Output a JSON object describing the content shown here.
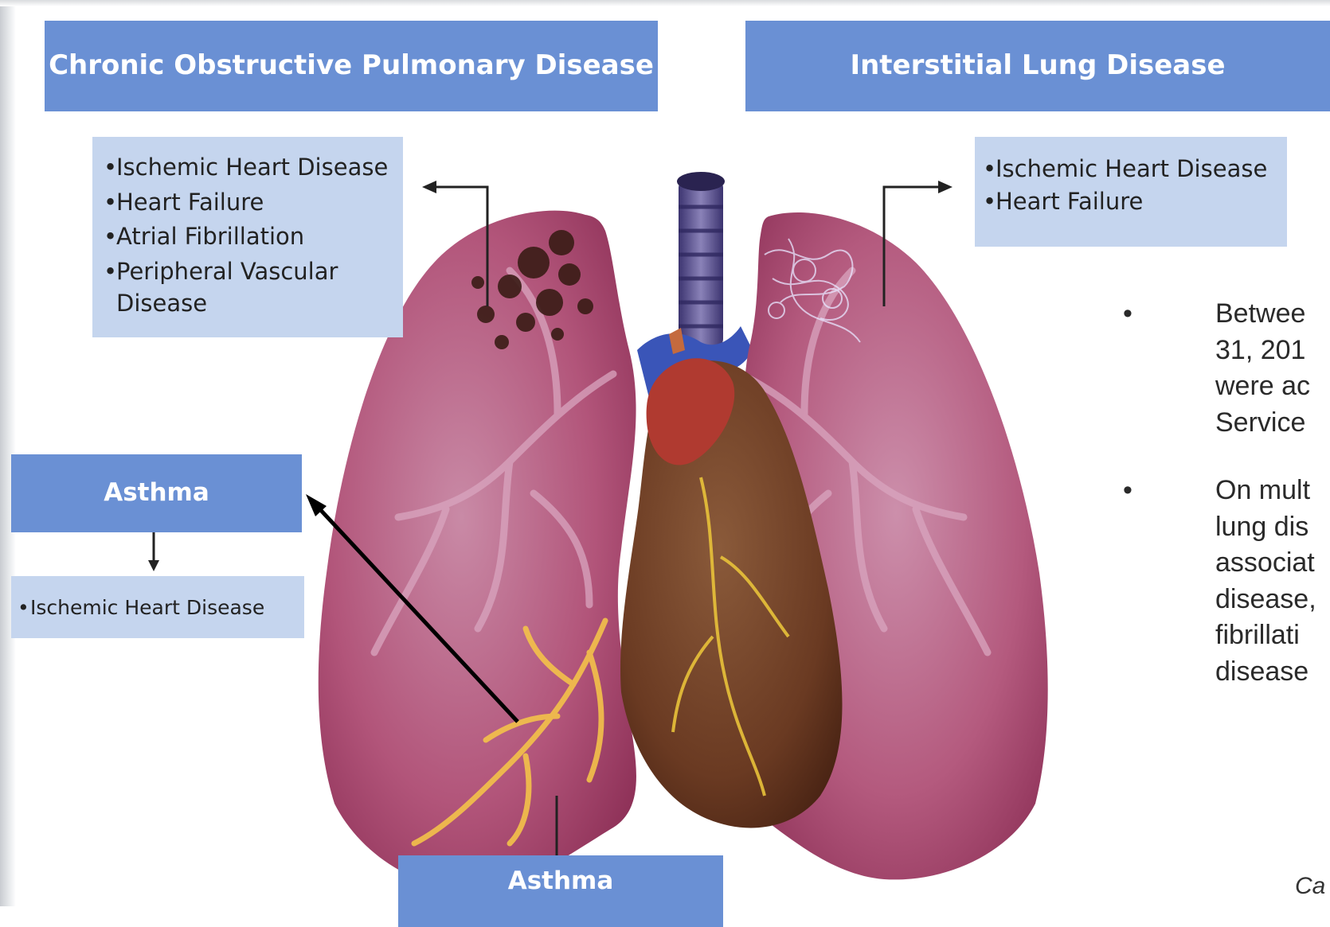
{
  "panels": {
    "copd": {
      "title": "Chronic Obstructive Pulmonary Disease",
      "items": [
        "Ischemic Heart Disease",
        "Heart Failure",
        "Atrial Fibrillation",
        "Peripheral Vascular Disease"
      ]
    },
    "ild": {
      "title": "Interstitial Lung Disease",
      "items": [
        "Ischemic Heart Disease",
        "Heart Failure"
      ]
    },
    "asthma": {
      "title": "Asthma",
      "items": [
        "Ischemic Heart Disease"
      ]
    },
    "asthma_bottom": {
      "title": "Asthma"
    }
  },
  "slide_text": {
    "bullets": [
      "Betwee\n31, 201\nwere ac\nService",
      "On mult\nlung dis\nassociat\ndisease,\nfibrillati\ndisease"
    ],
    "caption_fragment": "Ca"
  },
  "colors": {
    "header_blue": "#6a90d4",
    "list_blue": "#c5d5ee",
    "lung_pink": "#b2557a",
    "heart_red": "#a4302c",
    "trachea_purple": "#5a4f8c"
  }
}
